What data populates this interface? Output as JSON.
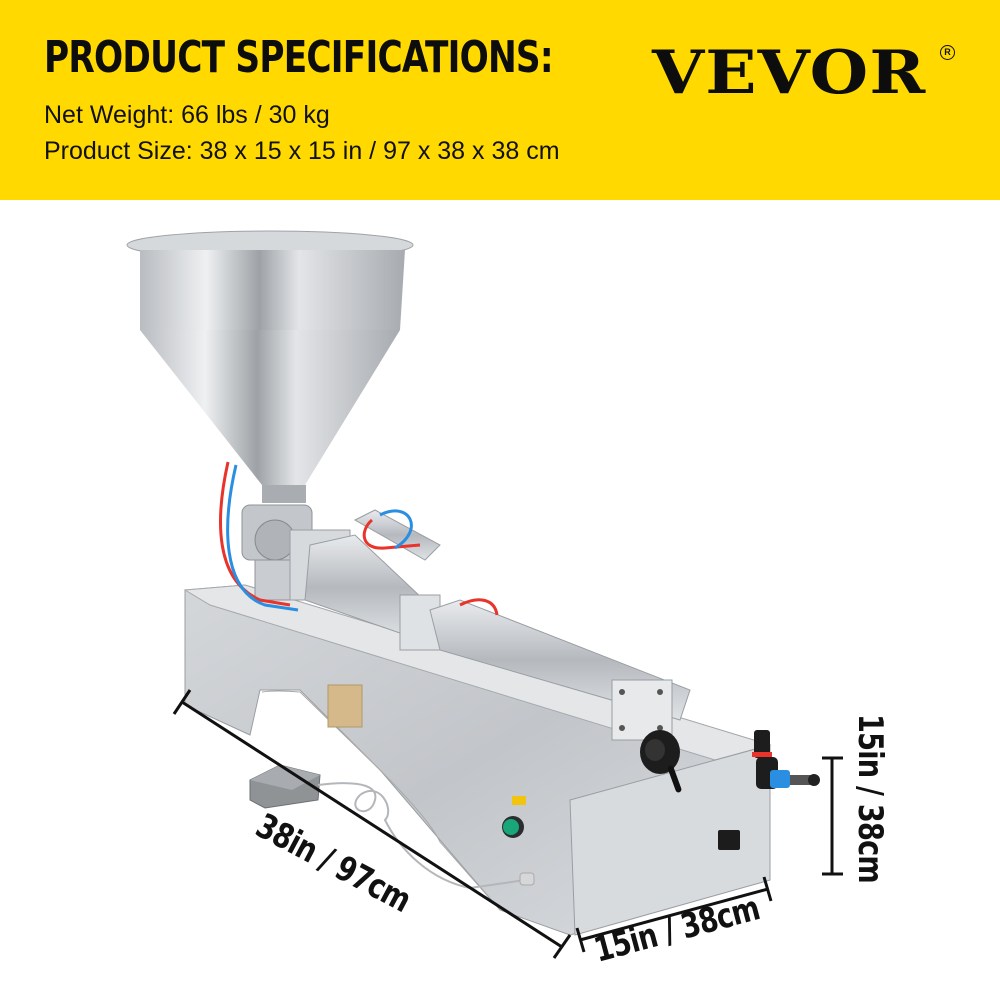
{
  "header": {
    "title": "PRODUCT SPECIFICATIONS:",
    "net_weight": "Net Weight: 66 lbs / 30 kg",
    "product_size": "Product Size: 38 x 15 x 15 in / 97 x 38 x 38 cm",
    "background_color": "#ffd900"
  },
  "brand": {
    "logo_text": "VEVOR",
    "registered_mark": "R"
  },
  "product_image": {
    "subject": "semi-automatic paste filling machine",
    "components": [
      "hopper",
      "valve",
      "piston-cylinder",
      "air-cylinder",
      "adjustment-handwheel",
      "power-button",
      "power-socket",
      "air-filter-regulator",
      "foot-pedal",
      "nameplate"
    ],
    "button_color": "#19a77a",
    "hose_colors": [
      "#e8342b",
      "#2a8fe0"
    ]
  },
  "dimensions": {
    "length": "38in / 97cm",
    "width": "15in / 38cm",
    "height": "15in / 38cm"
  }
}
